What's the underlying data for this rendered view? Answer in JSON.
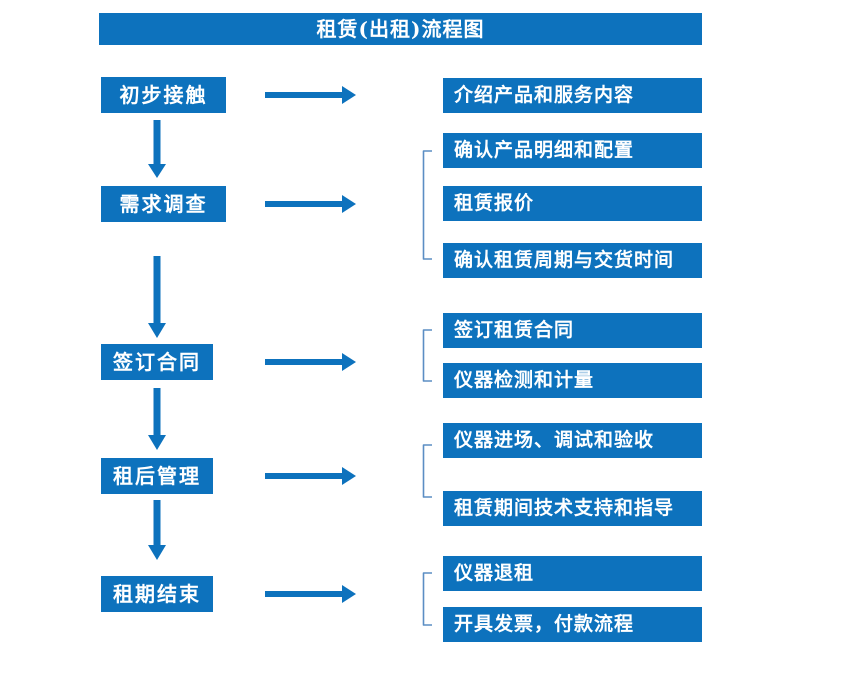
{
  "title": "租赁(出租)流程图",
  "colors": {
    "primary": "#0d72bd",
    "connector": "#5b8ec4",
    "text_on_primary": "#ffffff",
    "background": "#ffffff"
  },
  "icons": {
    "right_arrow": "→",
    "down_arrow": "↓",
    "bracket": "["
  },
  "left_steps": [
    {
      "label": "初步接触"
    },
    {
      "label": "需求调查"
    },
    {
      "label": "签订合同"
    },
    {
      "label": "租后管理"
    },
    {
      "label": "租期结束"
    }
  ],
  "right_steps": [
    {
      "label": "介绍产品和服务内容"
    },
    {
      "label": "确认产品明细和配置"
    },
    {
      "label": "租赁报价"
    },
    {
      "label": "确认租赁周期与交货时间"
    },
    {
      "label": "签订租赁合同"
    },
    {
      "label": "仪器检测和计量"
    },
    {
      "label": "仪器进场、调试和验收"
    },
    {
      "label": "租赁期间技术支持和指导"
    },
    {
      "label": "仪器退租"
    },
    {
      "label": "开具发票，付款流程"
    }
  ],
  "connections": [
    {
      "from": "初步接触",
      "to": [
        "介绍产品和服务内容"
      ]
    },
    {
      "from": "需求调查",
      "to": [
        "确认产品明细和配置",
        "租赁报价",
        "确认租赁周期与交货时间"
      ]
    },
    {
      "from": "签订合同",
      "to": [
        "签订租赁合同",
        "仪器检测和计量"
      ]
    },
    {
      "from": "租后管理",
      "to": [
        "仪器进场、调试和验收",
        "租赁期间技术支持和指导"
      ]
    },
    {
      "from": "租期结束",
      "to": [
        "仪器退租",
        "开具发票，付款流程"
      ]
    }
  ]
}
